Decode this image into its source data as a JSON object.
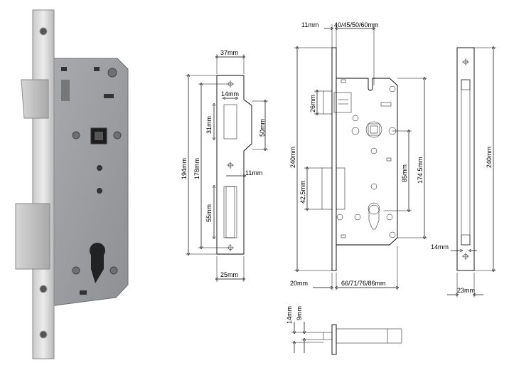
{
  "photo": {
    "description_icon": "mortise-lock-photo"
  },
  "strike_plate": {
    "width_top": "37mm",
    "latch_width": "14mm",
    "latch_height": "31mm",
    "opening_height": "50mm",
    "overall_height": "194mm",
    "hole_span": "178mm",
    "bolt_offset": "11mm",
    "bolt_height": "55mm",
    "width_bottom": "25mm"
  },
  "lock_body": {
    "faceplate_offset": "11mm",
    "backset_options": "40/45/50/60mm",
    "latch_height": "26mm",
    "overall_height": "240mm",
    "handle_to_top": "174.5mm",
    "handle_to_cylinder": "85mm",
    "deadbolt_height": "42.5mm",
    "faceplate_width": "20mm",
    "case_depth": "66/71/76/86mm"
  },
  "faceplate_side": {
    "overall_height": "240mm",
    "thickness": "14mm",
    "width": "23mm"
  },
  "bolt_detail": {
    "height_outer": "14mm",
    "height_inner": "9mm"
  }
}
